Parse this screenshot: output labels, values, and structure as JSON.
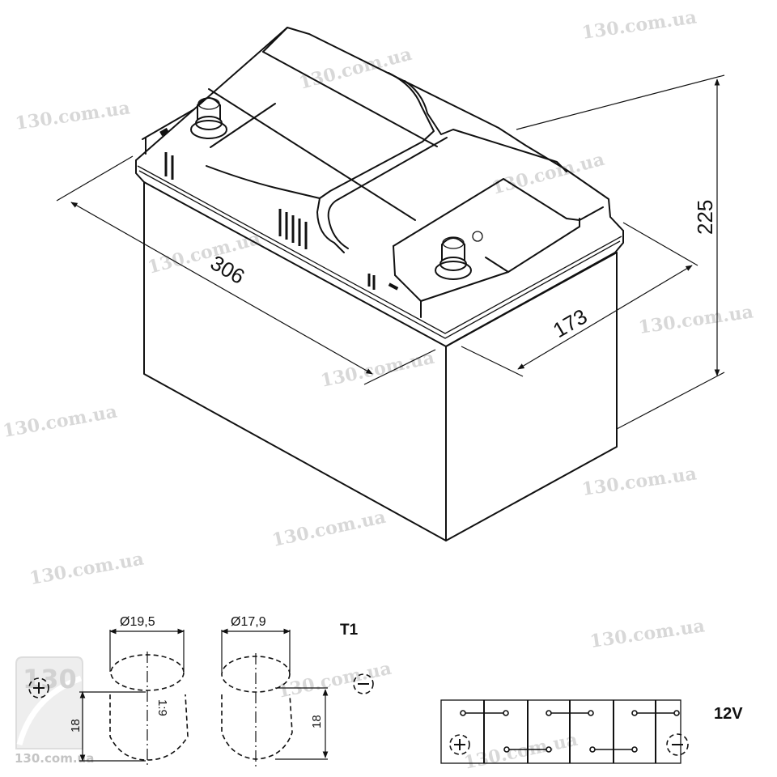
{
  "battery": {
    "dimensions": {
      "length": "306",
      "width": "173",
      "height": "225"
    }
  },
  "terminals": {
    "positive": {
      "diameter_label": "Ø19,5",
      "height_label": "18",
      "taper_label": "1:9",
      "symbol": "plus-circle-icon"
    },
    "negative": {
      "diameter_label": "Ø17,9",
      "height_label": "18",
      "symbol": "minus-circle-icon"
    },
    "type_label": "T1"
  },
  "cell_layout": {
    "voltage_label": "12V",
    "cells": 6,
    "left_terminal": "+",
    "right_terminal": "−"
  },
  "watermark": {
    "text": "130.com.ua",
    "logo_text": "130"
  },
  "colors": {
    "line": "#111111",
    "watermark": "#d8d8d8",
    "background": "#ffffff"
  }
}
